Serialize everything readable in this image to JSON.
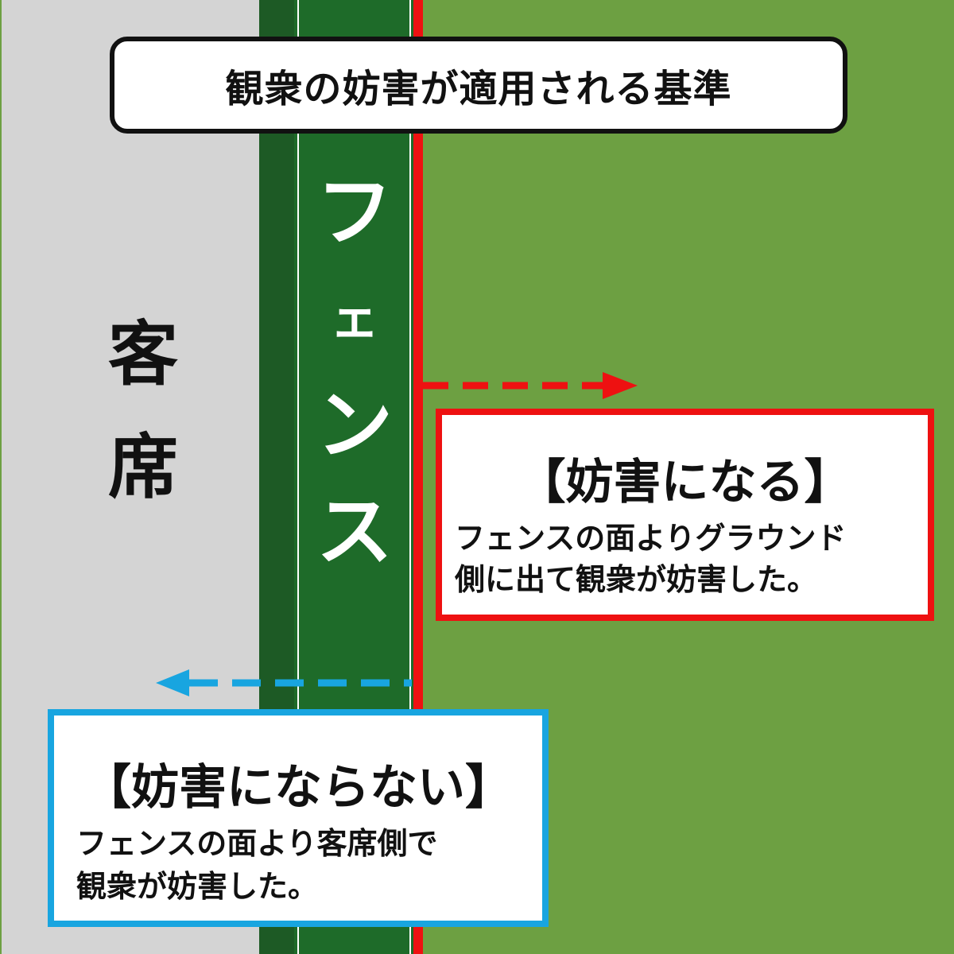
{
  "title": "観衆の妨害が適用される基準",
  "fence_label": [
    "フ",
    "ェ",
    "ン",
    "ス"
  ],
  "stands_label": [
    "客",
    "席"
  ],
  "interference": {
    "heading": "【妨害になる】",
    "line1": "フェンスの面よりグラウンド",
    "line2": "側に出て観衆が妨害した。"
  },
  "no_interference": {
    "heading": "【妨害にならない】",
    "line1": "フェンスの面より客席側で",
    "line2": "観衆が妨害した。"
  },
  "colors": {
    "stands": "#d4d4d4",
    "fence": "#1e6b29",
    "field": "#6da042",
    "boundary_red": "#ee1111",
    "blue": "#18a5e0"
  },
  "icons": {
    "right_arrow": "dashed-arrow-right-icon",
    "left_arrow": "dashed-arrow-left-icon"
  }
}
